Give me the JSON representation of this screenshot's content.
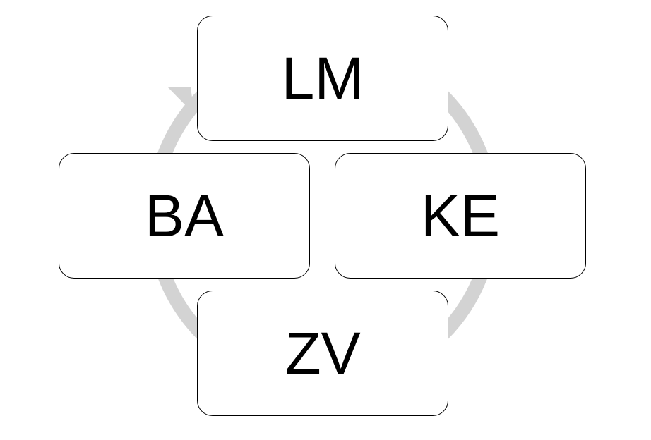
{
  "diagram": {
    "type": "cycle",
    "direction": "clockwise",
    "ring_color": "#d3d3d3",
    "box_border_color": "#000000",
    "nodes": {
      "top": "LM",
      "right": "KE",
      "bottom": "ZV",
      "left": "BA"
    }
  }
}
